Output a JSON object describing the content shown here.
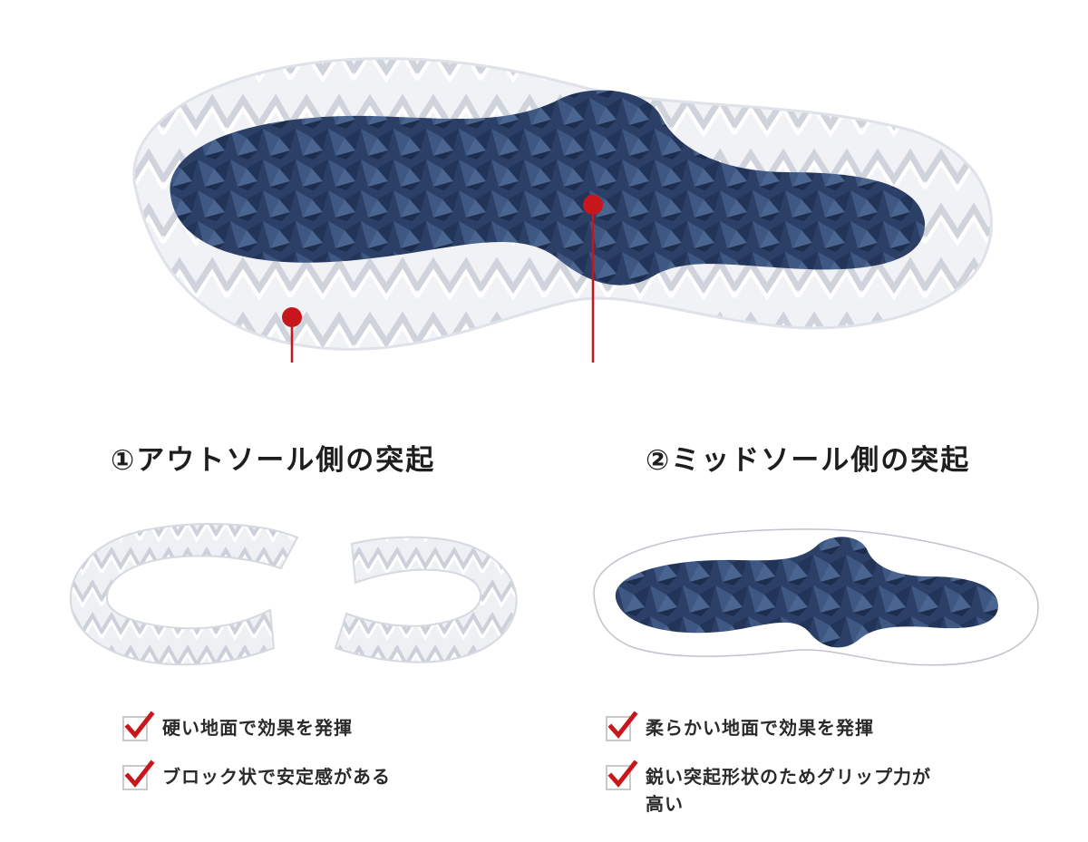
{
  "headings": {
    "outsole": "①アウトソール側の突起",
    "midsole": "②ミッドソール側の突起"
  },
  "outsole_features": [
    "硬い地面で効果を発揮",
    "ブロック状で安定感がある"
  ],
  "midsole_features": [
    "柔らかい地面で効果を発揮",
    "鋭い突起形状のためグリップ力が\n高い"
  ],
  "colors": {
    "accent_red": "#c8161d",
    "navy": "#2c3f66",
    "sole_white": "#eef0f4"
  },
  "icons": [
    "check-icon",
    "sole-image",
    "outsole-image",
    "midsole-image"
  ]
}
